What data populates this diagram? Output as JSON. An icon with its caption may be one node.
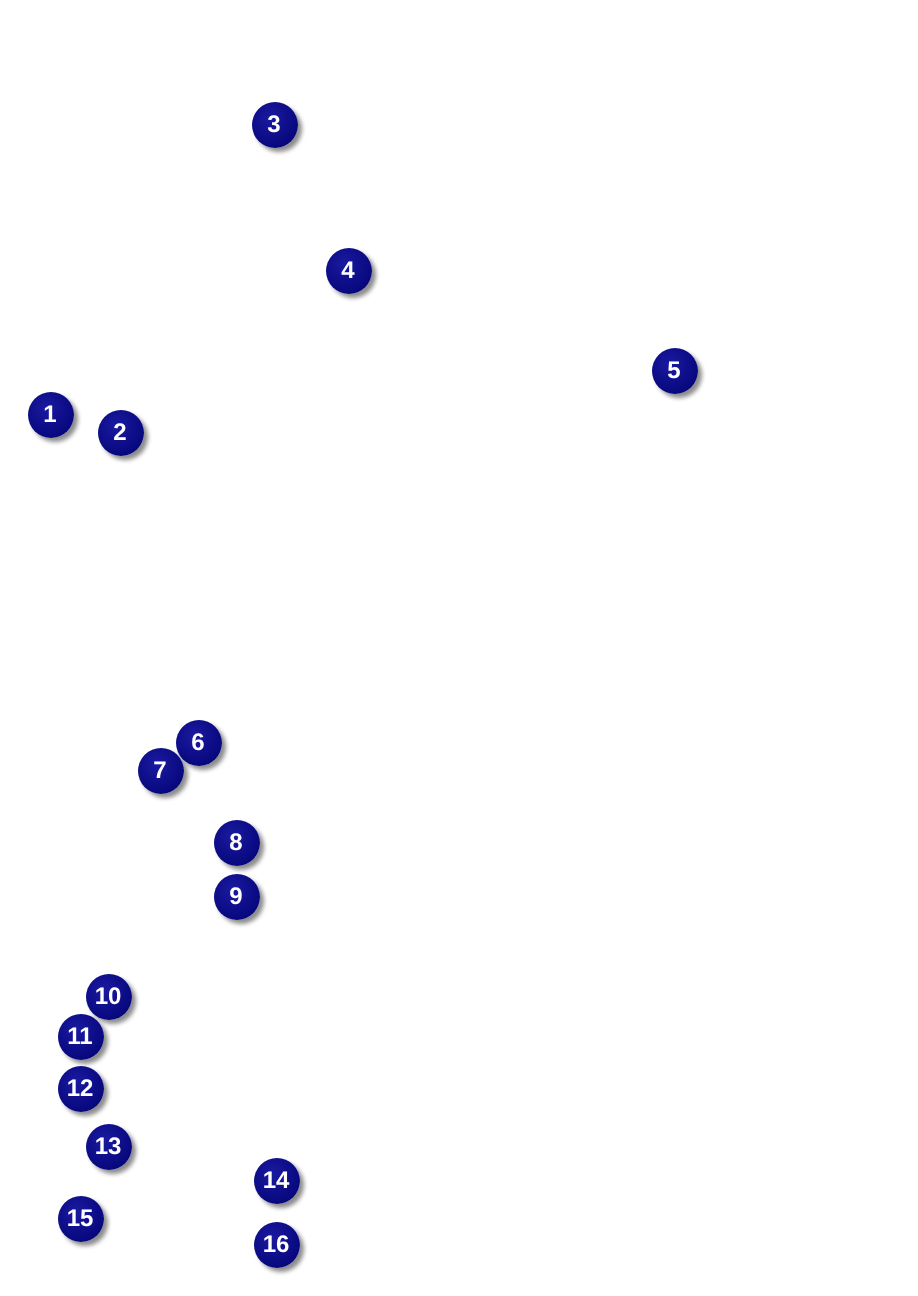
{
  "diagram": {
    "labels": [
      "3",
      "4",
      "5",
      "1",
      "2",
      "6",
      "7",
      "8",
      "9",
      "10",
      "11",
      "12",
      "13",
      "14",
      "15",
      "16"
    ]
  }
}
